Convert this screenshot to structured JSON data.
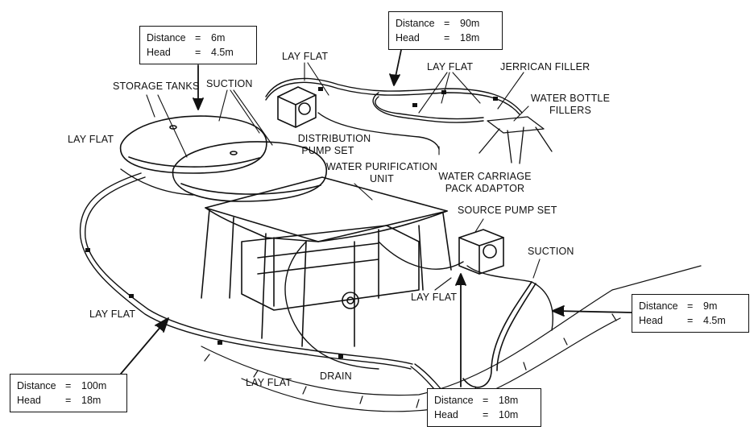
{
  "labels": {
    "storage_tanks": "STORAGE TANKS",
    "suction_top": "SUCTION",
    "lay_flat_top": "LAY FLAT",
    "lay_flat_right_top": "LAY FLAT",
    "lay_flat_left": "LAY FLAT",
    "distribution_pump_1": "DISTRIBUTION",
    "distribution_pump_2": "PUMP SET",
    "jerrican_filler": "JERRICAN FILLER",
    "water_bottle_1": "WATER BOTTLE",
    "water_bottle_2": "FILLERS",
    "water_carriage_1": "WATER CARRIAGE",
    "water_carriage_2": "PACK ADAPTOR",
    "water_purification_1": "WATER PURIFICATION",
    "water_purification_2": "UNIT",
    "source_pump_set": "SOURCE PUMP SET",
    "suction_right": "SUCTION",
    "lay_flat_mid": "LAY FLAT",
    "lay_flat_lower_left": "LAY FLAT",
    "lay_flat_bottom": "LAY FLAT",
    "drain": "DRAIN"
  },
  "boxes": {
    "tanks": {
      "distance_label": "Distance",
      "eq": "=",
      "distance": "6m",
      "head_label": "Head",
      "head": "4.5m"
    },
    "distribution": {
      "distance_label": "Distance",
      "eq": "=",
      "distance": "90m",
      "head_label": "Head",
      "head": "18m"
    },
    "source": {
      "distance_label": "Distance",
      "eq": "=",
      "distance": "9m",
      "head_label": "Head",
      "head": "4.5m"
    },
    "purification": {
      "distance_label": "Distance",
      "eq": "=",
      "distance": "18m",
      "head_label": "Head",
      "head": "10m"
    },
    "lay_flat_long": {
      "distance_label": "Distance",
      "eq": "=",
      "distance": "100m",
      "head_label": "Head",
      "head": "18m"
    }
  }
}
